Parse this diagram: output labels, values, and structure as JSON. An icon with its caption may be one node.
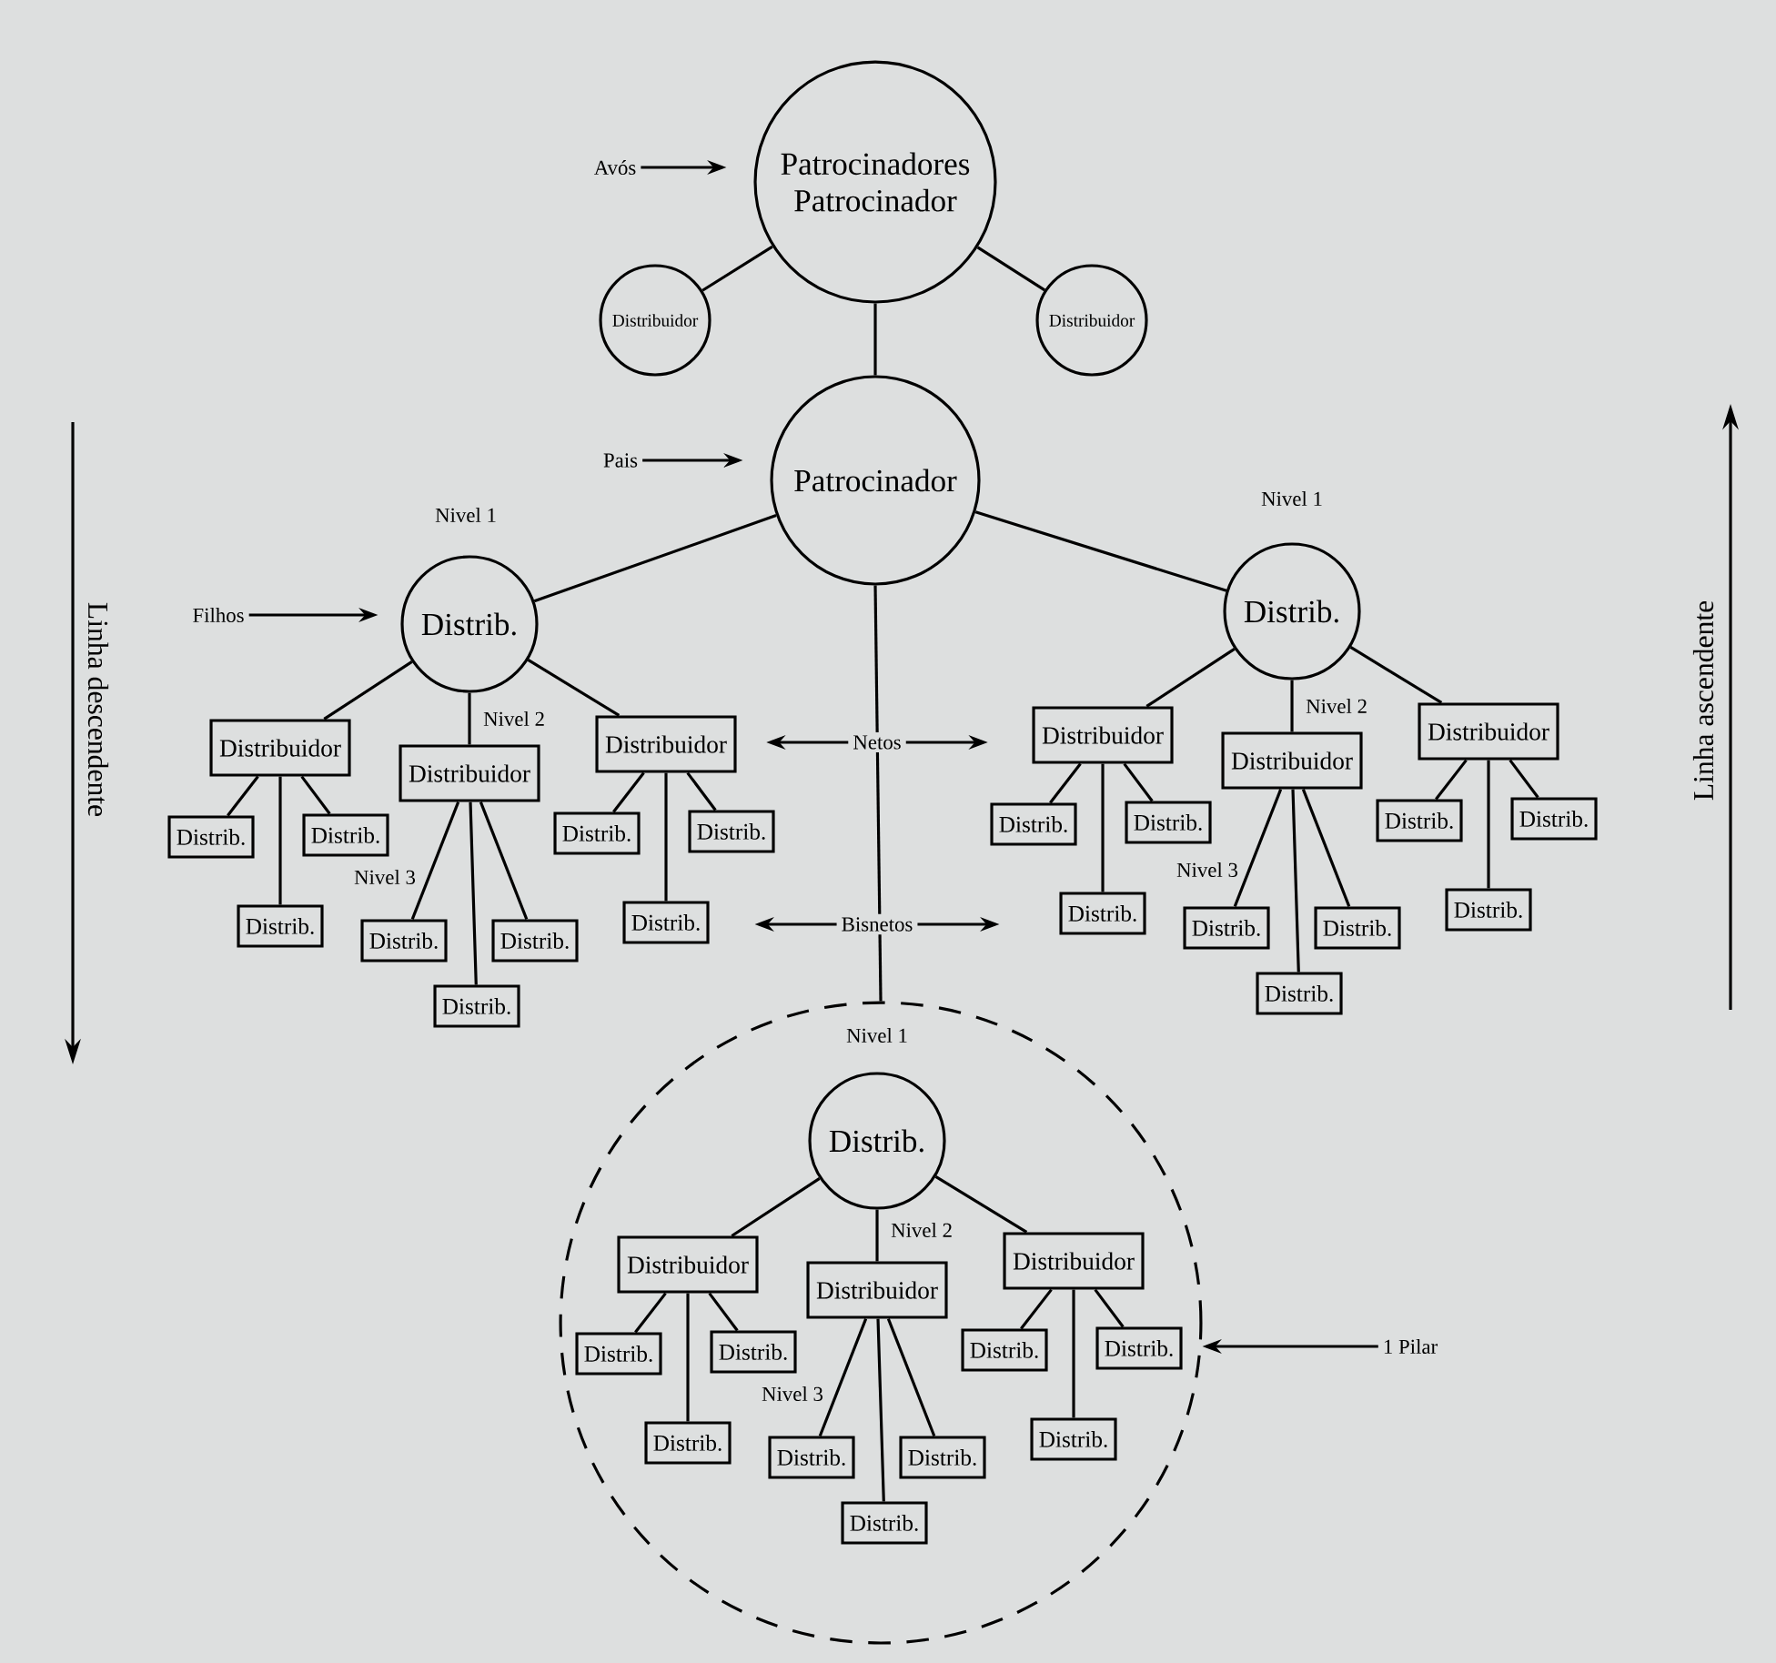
{
  "diagram": {
    "nodes": [
      {
        "text": [
          "Avós"
        ]
      },
      {
        "text": [
          "Patrocinadores",
          "Patrocinador"
        ]
      },
      {
        "text": [
          "Distribuidor"
        ]
      },
      {
        "text": [
          "Distribuidor"
        ]
      },
      {
        "text": [
          "Pais"
        ]
      },
      {
        "text": [
          "Patrocinador"
        ]
      },
      {
        "text": [
          "Filhos"
        ]
      },
      {
        "text": [
          "Distrib."
        ]
      },
      {
        "text": [
          "Distrib."
        ]
      },
      {
        "text": [
          "Distribuidor"
        ]
      },
      {
        "text": [
          "Distribuidor"
        ]
      },
      {
        "text": [
          "Distribuidor"
        ]
      },
      {
        "text": [
          "Distrib."
        ]
      },
      {
        "text": [
          "Distrib."
        ]
      },
      {
        "text": [
          "Distrib."
        ]
      },
      {
        "text": [
          "Distrib."
        ]
      },
      {
        "text": [
          "Distrib."
        ]
      },
      {
        "text": [
          "Distrib."
        ]
      },
      {
        "text": [
          "Distrib."
        ]
      },
      {
        "text": [
          "Distrib."
        ]
      },
      {
        "text": [
          "Distrib."
        ]
      },
      {
        "text": [
          "Distribuidor"
        ]
      },
      {
        "text": [
          "Distribuidor"
        ]
      },
      {
        "text": [
          "Distribuidor"
        ]
      },
      {
        "text": [
          "Distrib."
        ]
      },
      {
        "text": [
          "Distrib."
        ]
      },
      {
        "text": [
          "Distrib."
        ]
      },
      {
        "text": [
          "Distrib."
        ]
      },
      {
        "text": [
          "Distrib."
        ]
      },
      {
        "text": [
          "Distrib."
        ]
      },
      {
        "text": [
          "Distrib."
        ]
      },
      {
        "text": [
          "Distrib."
        ]
      },
      {
        "text": [
          "Distrib."
        ]
      },
      {
        "text": [
          "Netos"
        ]
      },
      {
        "text": [
          "Bisnetos"
        ]
      },
      {
        "text": [],
        "shape": "circle"
      },
      {
        "text": [
          "1 Pilar"
        ]
      },
      {
        "text": [
          "Distrib."
        ],
        "in": 35
      },
      {
        "text": [
          "Distribuidor"
        ],
        "in": 35
      },
      {
        "text": [
          "Distribuidor"
        ],
        "in": 35
      },
      {
        "text": [
          "Distribuidor"
        ],
        "in": 35
      },
      {
        "text": [
          "Distrib."
        ],
        "in": 35
      },
      {
        "text": [
          "Distrib."
        ],
        "in": 35
      },
      {
        "text": [
          "Distrib."
        ],
        "in": 35
      },
      {
        "text": [
          "Distrib."
        ],
        "in": 35
      },
      {
        "text": [
          "Distrib."
        ],
        "in": 35
      },
      {
        "text": [
          "Distrib."
        ],
        "in": 35
      },
      {
        "text": [
          "Distrib."
        ],
        "in": 35
      },
      {
        "text": [
          "Distrib."
        ],
        "in": 35
      },
      {
        "text": [
          "Distrib."
        ],
        "in": 35
      }
    ],
    "edges": [
      {
        "from": 1,
        "to": 2,
        "arrow": "none"
      },
      {
        "from": 1,
        "to": 3,
        "arrow": "none"
      },
      {
        "from": 1,
        "to": 5,
        "arrow": "none"
      },
      {
        "from": 5,
        "to": 7,
        "arrow": "none"
      },
      {
        "from": 5,
        "to": 8,
        "arrow": "none"
      },
      {
        "from": 5,
        "to": 35,
        "arrow": "none"
      },
      {
        "from": 7,
        "to": 9,
        "arrow": "none"
      },
      {
        "from": 7,
        "to": 10,
        "arrow": "none"
      },
      {
        "from": 7,
        "to": 11,
        "arrow": "none"
      },
      {
        "from": 9,
        "to": 12,
        "arrow": "none"
      },
      {
        "from": 9,
        "to": 13,
        "arrow": "none"
      },
      {
        "from": 9,
        "to": 14,
        "arrow": "none"
      },
      {
        "from": 10,
        "to": 15,
        "arrow": "none"
      },
      {
        "from": 10,
        "to": 16,
        "arrow": "none"
      },
      {
        "from": 10,
        "to": 17,
        "arrow": "none"
      },
      {
        "from": 11,
        "to": 18,
        "arrow": "none"
      },
      {
        "from": 11,
        "to": 19,
        "arrow": "none"
      },
      {
        "from": 11,
        "to": 20,
        "arrow": "none"
      },
      {
        "from": 8,
        "to": 21,
        "arrow": "none"
      },
      {
        "from": 8,
        "to": 22,
        "arrow": "none"
      },
      {
        "from": 8,
        "to": 23,
        "arrow": "none"
      },
      {
        "from": 21,
        "to": 24,
        "arrow": "none"
      },
      {
        "from": 21,
        "to": 25,
        "arrow": "none"
      },
      {
        "from": 21,
        "to": 26,
        "arrow": "none"
      },
      {
        "from": 22,
        "to": 27,
        "arrow": "none"
      },
      {
        "from": 22,
        "to": 28,
        "arrow": "none"
      },
      {
        "from": 22,
        "to": 29,
        "arrow": "none"
      },
      {
        "from": 23,
        "to": 30,
        "arrow": "none"
      },
      {
        "from": 23,
        "to": 31,
        "arrow": "none"
      },
      {
        "from": 23,
        "to": 32,
        "arrow": "none"
      },
      {
        "from": 37,
        "to": 38,
        "arrow": "none"
      },
      {
        "from": 37,
        "to": 39,
        "arrow": "none"
      },
      {
        "from": 37,
        "to": 40,
        "arrow": "none"
      },
      {
        "from": 38,
        "to": 41,
        "arrow": "none"
      },
      {
        "from": 38,
        "to": 42,
        "arrow": "none"
      },
      {
        "from": 38,
        "to": 43,
        "arrow": "none"
      },
      {
        "from": 39,
        "to": 44,
        "arrow": "none"
      },
      {
        "from": 39,
        "to": 45,
        "arrow": "none"
      },
      {
        "from": 39,
        "to": 46,
        "arrow": "none"
      },
      {
        "from": 40,
        "to": 47,
        "arrow": "none"
      },
      {
        "from": 40,
        "to": 48,
        "arrow": "none"
      },
      {
        "from": 40,
        "to": 49,
        "arrow": "none"
      },
      {
        "from": 0,
        "to": 1,
        "arrow": "to"
      },
      {
        "from": 4,
        "to": 5,
        "arrow": "to"
      },
      {
        "from": 6,
        "to": 7,
        "arrow": "to"
      },
      {
        "from": 33,
        "to": null,
        "arrow": "to"
      },
      {
        "from": 33,
        "to": null,
        "arrow": "to"
      },
      {
        "from": 34,
        "to": null,
        "arrow": "to"
      },
      {
        "from": 34,
        "to": null,
        "arrow": "to"
      },
      {
        "from": 36,
        "to": 35,
        "arrow": "to"
      }
    ],
    "labels": [
      "Nivel 1",
      "Nivel 1",
      "Linha descendente",
      "Nivel 2",
      "Nivel 2",
      "Linha ascendente",
      "Nivel 3",
      "Nivel 3",
      "Nivel 1",
      "Nivel 2",
      "Nivel 3"
    ]
  }
}
